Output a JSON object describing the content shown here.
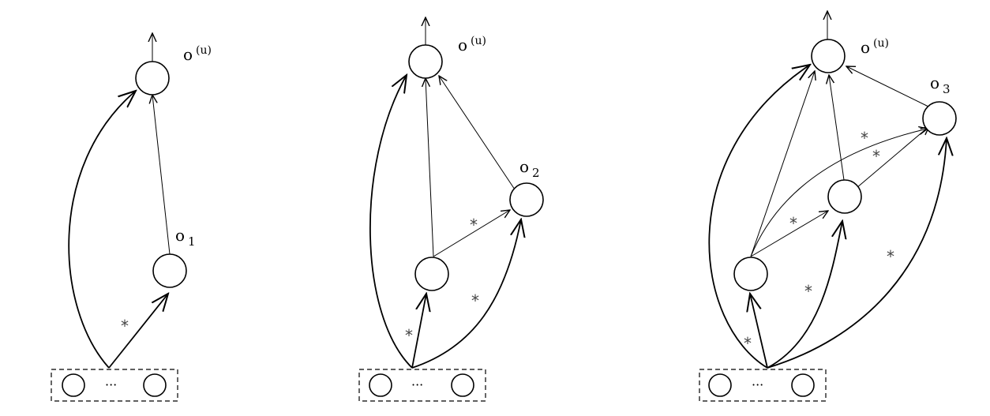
{
  "panels": [
    {
      "output_label": "o",
      "output_sup": "(u)",
      "hidden_labels": [
        {
          "base": "o",
          "sub": "1"
        }
      ],
      "input_ellipsis": "···",
      "stars": [
        "*"
      ]
    },
    {
      "output_label": "o",
      "output_sup": "(u)",
      "hidden_labels": [
        {
          "base": "o",
          "sub": "2"
        }
      ],
      "input_ellipsis": "···",
      "stars": [
        "*",
        "*",
        "*"
      ]
    },
    {
      "output_label": "o",
      "output_sup": "(u)",
      "hidden_labels": [
        {
          "base": "o",
          "sub": "3"
        }
      ],
      "input_ellipsis": "···",
      "stars": [
        "*",
        "*",
        "*",
        "*",
        "*",
        "*"
      ]
    }
  ]
}
